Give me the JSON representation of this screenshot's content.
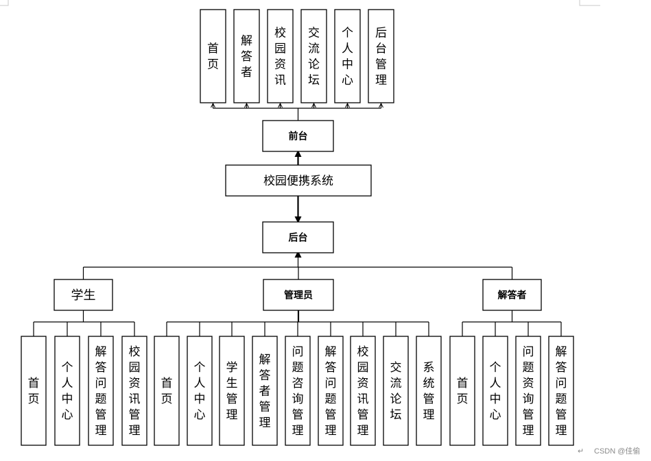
{
  "diagram": {
    "root": "校园便携系统",
    "front": {
      "label": "前台",
      "items": [
        "首页",
        "解答者",
        "校园资讯",
        "交流论坛",
        "个人中心",
        "后台管理"
      ]
    },
    "back": {
      "label": "后台",
      "roles": [
        {
          "label": "学生",
          "items": [
            "首页",
            "个人中心",
            "解答问题管理",
            "校园资讯管理"
          ]
        },
        {
          "label": "管理员",
          "items": [
            "首页",
            "个人中心",
            "学生管理",
            "解答者管理",
            "问题咨询管理",
            "解答问题管理",
            "校园资讯管理",
            "交流论坛",
            "系统管理"
          ]
        },
        {
          "label": "解答者",
          "items": [
            "首页",
            "个人中心",
            "问题资询管理",
            "解答问题管理"
          ]
        }
      ]
    }
  },
  "watermark": "CSDN @佳偷",
  "return_mark": "↵"
}
